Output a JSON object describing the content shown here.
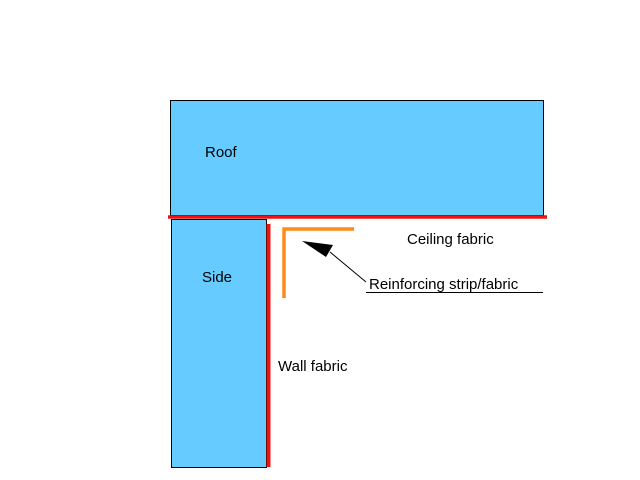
{
  "diagram": {
    "labels": {
      "roof": "Roof",
      "side": "Side",
      "ceiling_fabric": "Ceiling fabric",
      "reinforcing_strip": "Reinforcing strip/fabric",
      "wall_fabric": "Wall fabric"
    },
    "colors": {
      "panel_fill": "#66CCFF",
      "panel_stroke": "#000000",
      "fabric_line": "#EE1111",
      "reinforcing_strip": "#FF8C1A",
      "text": "#000000",
      "background": "#FFFFFF"
    }
  }
}
